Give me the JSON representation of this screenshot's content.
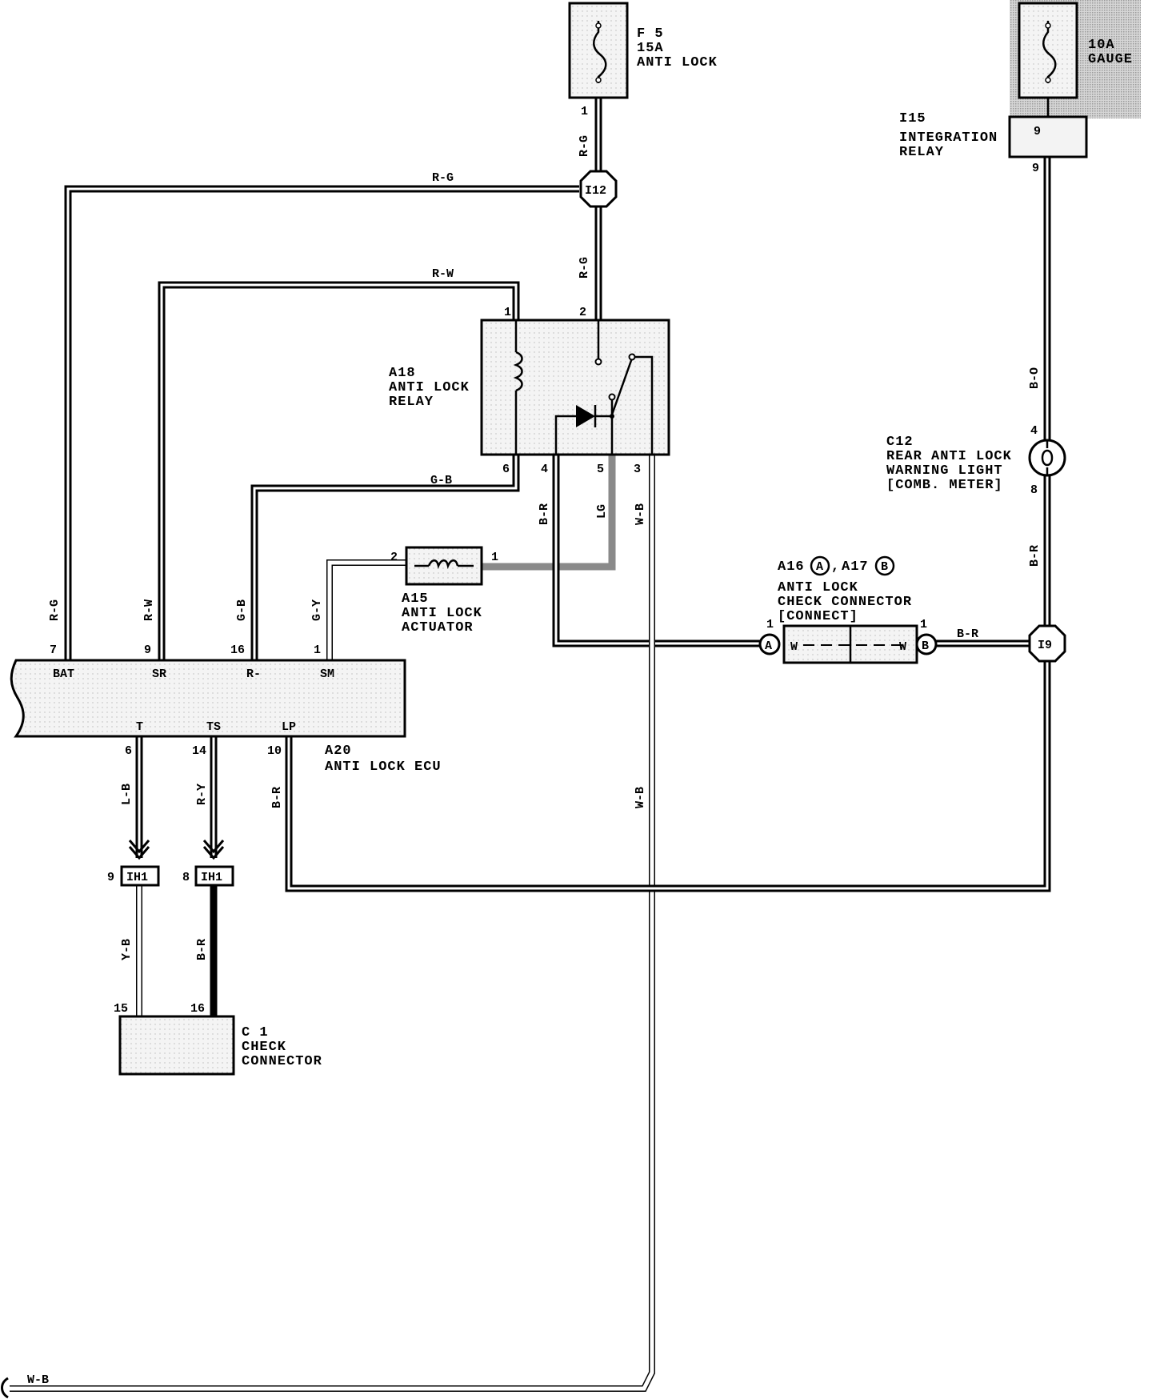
{
  "components": {
    "fuse_f5": {
      "id": "F 5",
      "rating": "15A",
      "name": "ANTI LOCK"
    },
    "fuse_gauge": {
      "rating": "10A",
      "name": "GAUGE"
    },
    "integration_relay": {
      "id": "I15",
      "name_line1": "INTEGRATION",
      "name_line2": "RELAY",
      "pin": "9"
    },
    "relay_a18": {
      "id": "A18",
      "name_line1": "ANTI LOCK",
      "name_line2": "RELAY"
    },
    "actuator_a15": {
      "id": "A15",
      "name_line1": "ANTI LOCK",
      "name_line2": "ACTUATOR"
    },
    "ecu_a20": {
      "id": "A20",
      "name": "ANTI LOCK ECU",
      "terminals": {
        "bat": "BAT",
        "sr": "SR",
        "r": "R-",
        "sm": "SM",
        "t": "T",
        "ts": "TS",
        "lp": "LP"
      }
    },
    "warning_light_c12": {
      "id": "C12",
      "line1": "REAR ANTI LOCK",
      "line2": "WARNING LIGHT",
      "line3": "[COMB. METER]"
    },
    "check_connector_a16": {
      "id_a": "A16",
      "circle_a": "A",
      "id_b": "A17",
      "circle_b": "B",
      "sep": ",",
      "line1": "ANTI LOCK",
      "line2": "CHECK CONNECTOR",
      "line3": "[CONNECT]",
      "inner_left": "W",
      "inner_right": "W"
    },
    "check_connector_c1": {
      "id": "C 1",
      "line1": "CHECK",
      "line2": "CONNECTOR"
    },
    "junction_i12": {
      "id": "I12"
    },
    "junction_i9": {
      "id": "I9"
    },
    "connector_ih1_a": {
      "id": "IH1"
    },
    "connector_ih1_b": {
      "id": "IH1"
    }
  },
  "wire_colors": {
    "rg": "R-G",
    "rw": "R-W",
    "gb": "G-B",
    "gy": "G-Y",
    "lg": "LG",
    "wb": "W-B",
    "br": "B-R",
    "bo": "B-O",
    "lb": "L-B",
    "ry": "R-Y",
    "yb": "Y-B"
  },
  "pins": {
    "f5_out": "1",
    "i15_out": "9",
    "relay_1": "1",
    "relay_2": "2",
    "relay_6": "6",
    "relay_4": "4",
    "relay_5": "5",
    "relay_3": "3",
    "act_2": "2",
    "act_1": "1",
    "ecu_7": "7",
    "ecu_9": "9",
    "ecu_16": "16",
    "ecu_1": "1",
    "ecu_6": "6",
    "ecu_14": "14",
    "ecu_10": "10",
    "c12_4": "4",
    "c12_8": "8",
    "conn_a_1": "1",
    "conn_b_1": "1",
    "ih1_9": "9",
    "ih1_8": "8",
    "c1_15": "15",
    "c1_16": "16"
  }
}
